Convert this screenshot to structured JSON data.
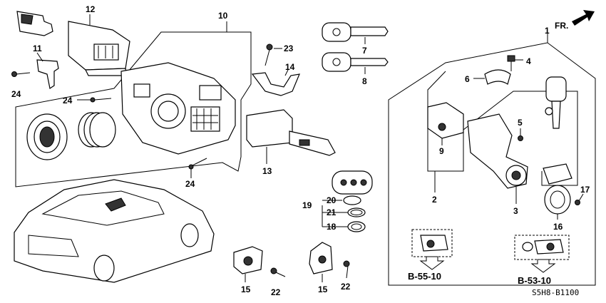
{
  "diagram": {
    "direction_label": "FR.",
    "code": "S5H8-B1100",
    "refs": {
      "left": "B-55-10",
      "right": "B-53-10"
    },
    "callouts": [
      {
        "id": "c1",
        "text": "1"
      },
      {
        "id": "c2",
        "text": "2"
      },
      {
        "id": "c3",
        "text": "3"
      },
      {
        "id": "c4",
        "text": "4"
      },
      {
        "id": "c5",
        "text": "5"
      },
      {
        "id": "c6",
        "text": "6"
      },
      {
        "id": "c7",
        "text": "7"
      },
      {
        "id": "c8",
        "text": "8"
      },
      {
        "id": "c9",
        "text": "9"
      },
      {
        "id": "c10",
        "text": "10"
      },
      {
        "id": "c11",
        "text": "11"
      },
      {
        "id": "c12",
        "text": "12"
      },
      {
        "id": "c13",
        "text": "13"
      },
      {
        "id": "c14",
        "text": "14"
      },
      {
        "id": "c15a",
        "text": "15"
      },
      {
        "id": "c15b",
        "text": "15"
      },
      {
        "id": "c16",
        "text": "16"
      },
      {
        "id": "c17",
        "text": "17"
      },
      {
        "id": "c18",
        "text": "18"
      },
      {
        "id": "c19",
        "text": "19"
      },
      {
        "id": "c20",
        "text": "20"
      },
      {
        "id": "c21",
        "text": "21"
      },
      {
        "id": "c22a",
        "text": "22"
      },
      {
        "id": "c22b",
        "text": "22"
      },
      {
        "id": "c23",
        "text": "23"
      },
      {
        "id": "c24a",
        "text": "24"
      },
      {
        "id": "c24b",
        "text": "24"
      },
      {
        "id": "c24c",
        "text": "24"
      }
    ]
  }
}
